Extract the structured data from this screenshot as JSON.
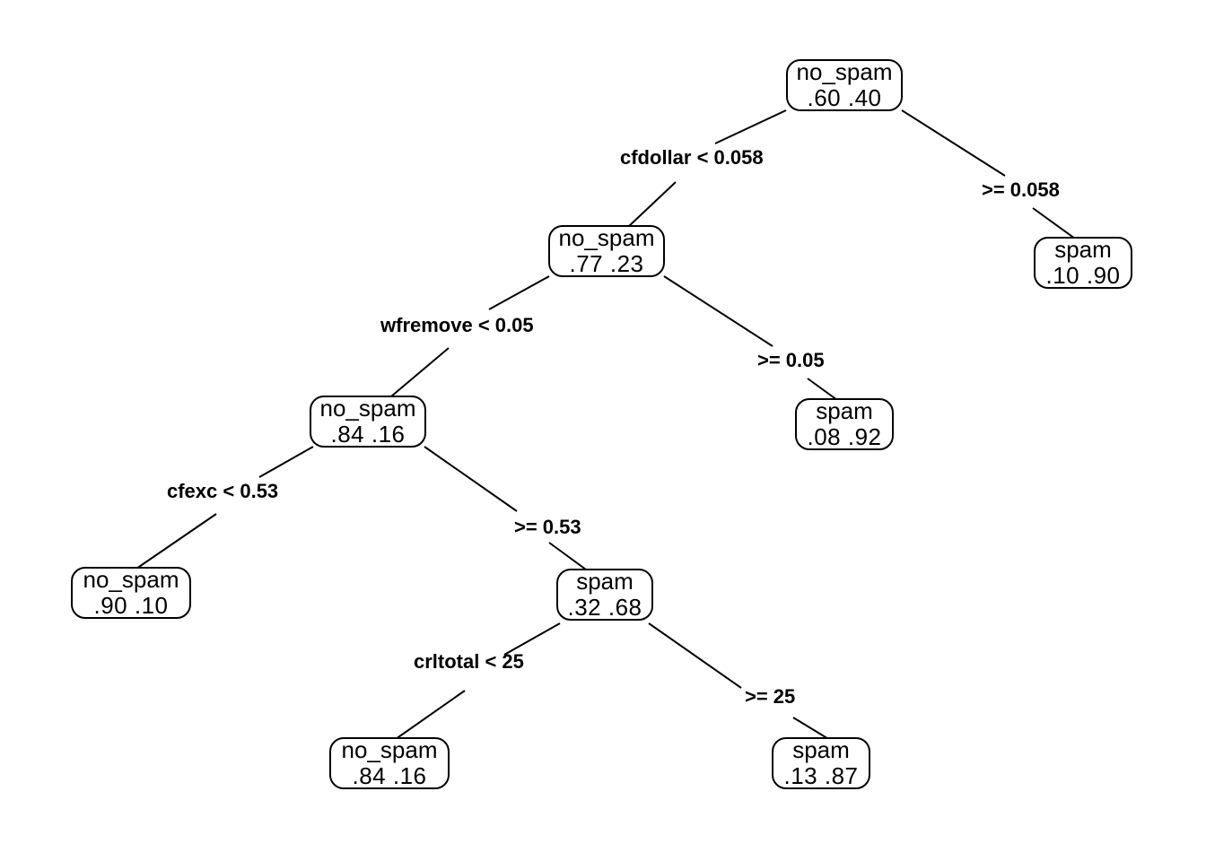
{
  "diagram": {
    "type": "decision-tree",
    "title": "",
    "background_color": "#ffffff",
    "stroke_color": "#000000"
  },
  "nodes": [
    {
      "id": "root",
      "class_label": "no_spam",
      "probs": ".60  .40",
      "prob_no_spam": 0.6,
      "prob_spam": 0.4,
      "depth": 0,
      "is_leaf": false
    },
    {
      "id": "n2",
      "class_label": "no_spam",
      "probs": ".77  .23",
      "prob_no_spam": 0.77,
      "prob_spam": 0.23,
      "depth": 1,
      "is_leaf": false
    },
    {
      "id": "leaf_spam_10_90",
      "class_label": "spam",
      "probs": ".10  .90",
      "prob_no_spam": 0.1,
      "prob_spam": 0.9,
      "depth": 1,
      "is_leaf": true
    },
    {
      "id": "n3",
      "class_label": "no_spam",
      "probs": ".84  .16",
      "prob_no_spam": 0.84,
      "prob_spam": 0.16,
      "depth": 2,
      "is_leaf": false
    },
    {
      "id": "leaf_spam_08_92",
      "class_label": "spam",
      "probs": ".08  .92",
      "prob_no_spam": 0.08,
      "prob_spam": 0.92,
      "depth": 2,
      "is_leaf": true
    },
    {
      "id": "leaf_nospam_90_10",
      "class_label": "no_spam",
      "probs": ".90  .10",
      "prob_no_spam": 0.9,
      "prob_spam": 0.1,
      "depth": 3,
      "is_leaf": true
    },
    {
      "id": "n4",
      "class_label": "spam",
      "probs": ".32  .68",
      "prob_no_spam": 0.32,
      "prob_spam": 0.68,
      "depth": 3,
      "is_leaf": false
    },
    {
      "id": "leaf_nospam_84_16",
      "class_label": "no_spam",
      "probs": ".84  .16",
      "prob_no_spam": 0.84,
      "prob_spam": 0.16,
      "depth": 4,
      "is_leaf": true
    },
    {
      "id": "leaf_spam_13_87",
      "class_label": "spam",
      "probs": ".13  .87",
      "prob_no_spam": 0.13,
      "prob_spam": 0.87,
      "depth": 4,
      "is_leaf": true
    }
  ],
  "edges": [
    {
      "id": "e1",
      "from": "root",
      "to": "n2",
      "label": "cfdollar < 0.058",
      "variable": "cfdollar",
      "operator": "<",
      "threshold": 0.058,
      "side": "left"
    },
    {
      "id": "e2",
      "from": "root",
      "to": "leaf_spam_10_90",
      "label": ">= 0.058",
      "variable": "cfdollar",
      "operator": ">=",
      "threshold": 0.058,
      "side": "right"
    },
    {
      "id": "e3",
      "from": "n2",
      "to": "n3",
      "label": "wfremove < 0.05",
      "variable": "wfremove",
      "operator": "<",
      "threshold": 0.05,
      "side": "left"
    },
    {
      "id": "e4",
      "from": "n2",
      "to": "leaf_spam_08_92",
      "label": ">= 0.05",
      "variable": "wfremove",
      "operator": ">=",
      "threshold": 0.05,
      "side": "right"
    },
    {
      "id": "e5",
      "from": "n3",
      "to": "leaf_nospam_90_10",
      "label": "cfexc < 0.53",
      "variable": "cfexc",
      "operator": "<",
      "threshold": 0.53,
      "side": "left"
    },
    {
      "id": "e6",
      "from": "n3",
      "to": "n4",
      "label": ">= 0.53",
      "variable": "cfexc",
      "operator": ">=",
      "threshold": 0.53,
      "side": "right"
    },
    {
      "id": "e7",
      "from": "n4",
      "to": "leaf_nospam_84_16",
      "label": "crltotal < 25",
      "variable": "crltotal",
      "operator": "<",
      "threshold": 25,
      "side": "left"
    },
    {
      "id": "e8",
      "from": "n4",
      "to": "leaf_spam_13_87",
      "label": ">= 25",
      "variable": "crltotal",
      "operator": ">=",
      "threshold": 25,
      "side": "right"
    }
  ]
}
